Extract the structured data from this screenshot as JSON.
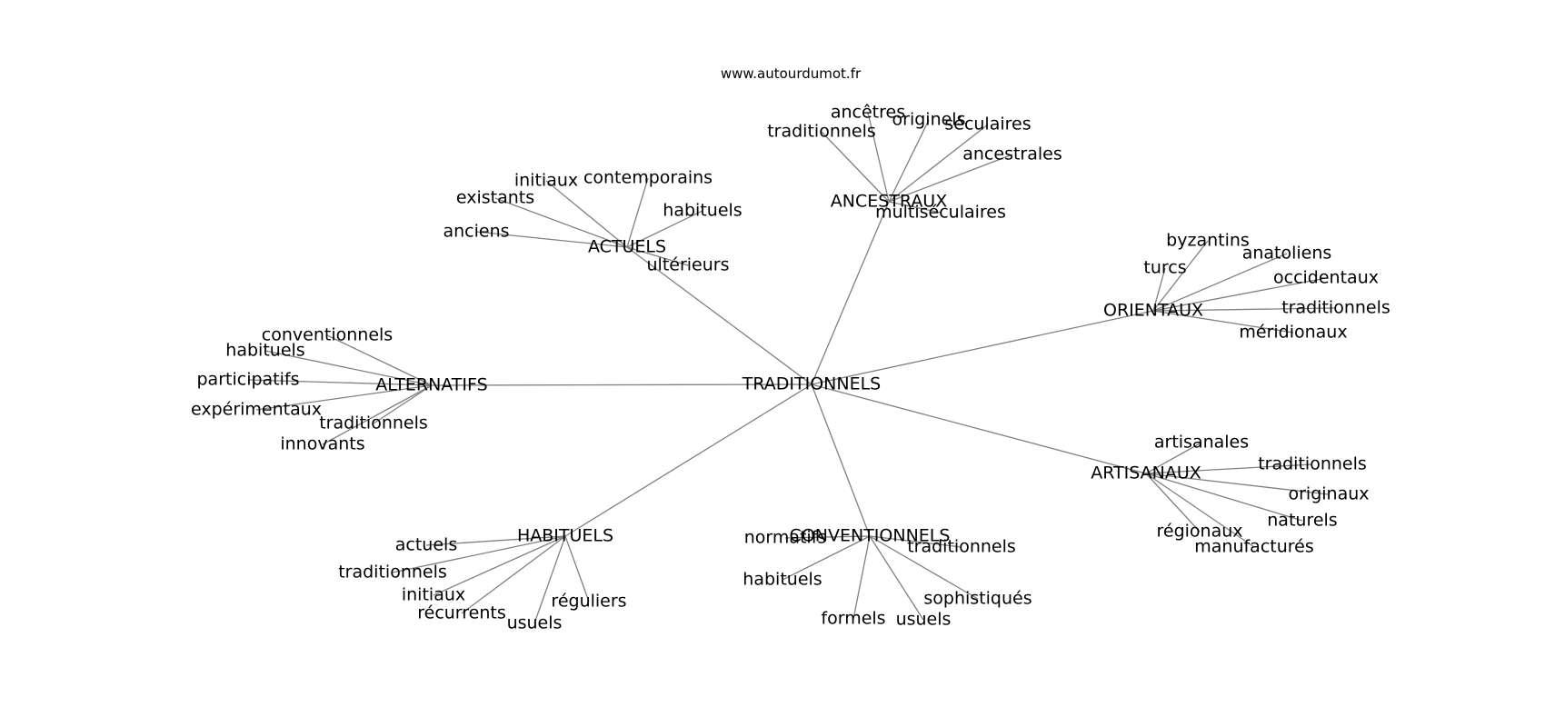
{
  "source_text": "www.autourdumot.fr",
  "colors": {
    "edge": "#808080",
    "text": "#000000",
    "background": "#ffffff"
  },
  "root": "TRADITIONNELS",
  "clusters": [
    {
      "id": "actuels",
      "label": "ACTUELS",
      "leaves": [
        "initiaux",
        "contemporains",
        "existants",
        "habituels",
        "anciens",
        "ultérieurs"
      ]
    },
    {
      "id": "ancestraux",
      "label": "ANCESTRAUX",
      "leaves": [
        "ancêtres",
        "originels",
        "traditionnels",
        "séculaires",
        "ancestrales",
        "multiséculaires"
      ]
    },
    {
      "id": "orientaux",
      "label": "ORIENTAUX",
      "leaves": [
        "byzantins",
        "anatoliens",
        "turcs",
        "occidentaux",
        "traditionnels",
        "méridionaux"
      ]
    },
    {
      "id": "alternatifs",
      "label": "ALTERNATIFS",
      "leaves": [
        "conventionnels",
        "habituels",
        "participatifs",
        "expérimentaux",
        "traditionnels",
        "innovants"
      ]
    },
    {
      "id": "artisanaux",
      "label": "ARTISANAUX",
      "leaves": [
        "artisanales",
        "traditionnels",
        "originaux",
        "naturels",
        "régionaux",
        "manufacturés"
      ]
    },
    {
      "id": "habituels",
      "label": "HABITUELS",
      "leaves": [
        "actuels",
        "traditionnels",
        "initiaux",
        "récurrents",
        "usuels",
        "réguliers"
      ]
    },
    {
      "id": "conventionnels",
      "label": "CONVENTIONNELS",
      "leaves": [
        "normatifs",
        "traditionnels",
        "habituels",
        "sophistiqués",
        "formels",
        "usuels"
      ]
    }
  ]
}
